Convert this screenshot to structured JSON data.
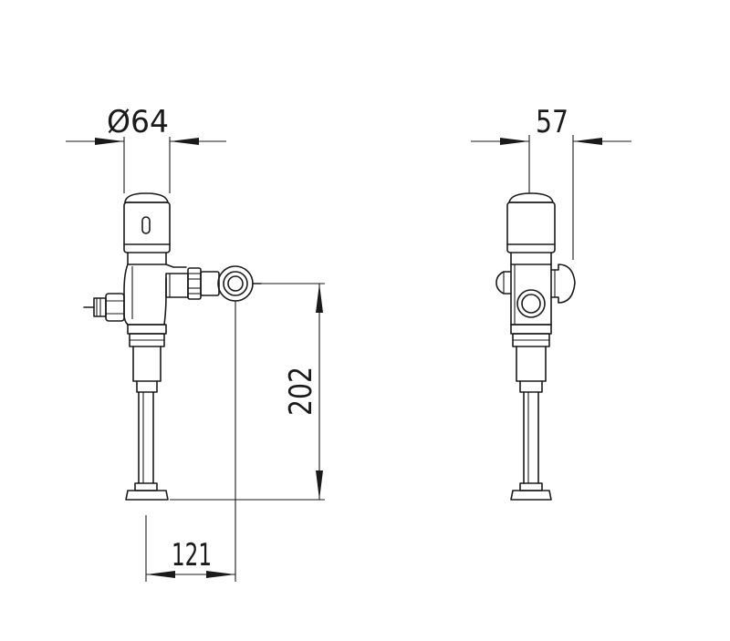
{
  "dimensions": {
    "diameter_label": "Ø64",
    "width_side_label": "57",
    "height_label": "202",
    "offset_label": "121"
  }
}
